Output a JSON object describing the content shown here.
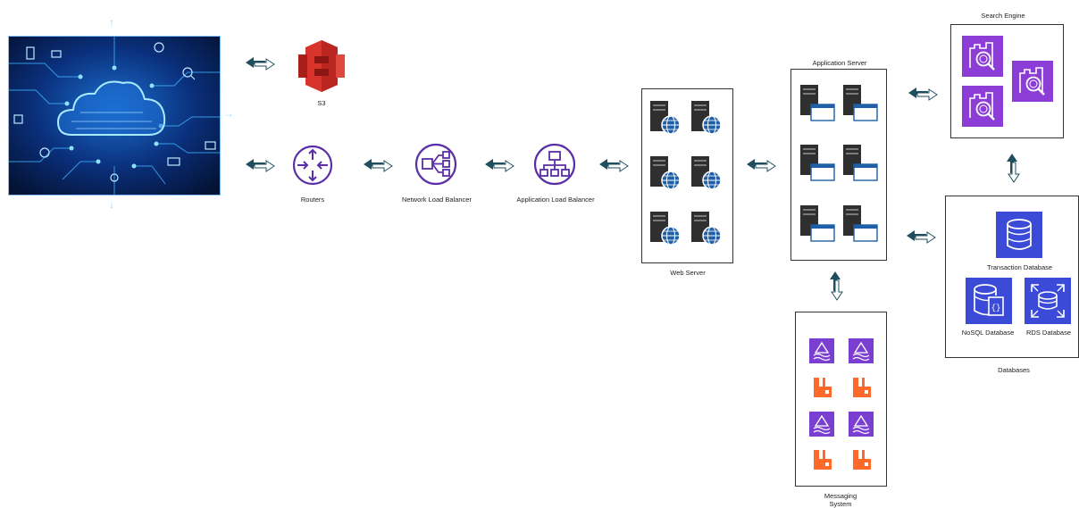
{
  "labels": {
    "s3": "S3",
    "routers": "Routers",
    "nlb": "Network Load Balancer",
    "alb": "Application Load Balancer",
    "web_server": "Web Server",
    "app_server": "Application Server",
    "search_engine": "Search Engine",
    "transaction_db": "Transaction Database",
    "nosql_db": "NoSQL Database",
    "rds_db": "RDS Database",
    "databases": "Databases",
    "messaging_line1": "Messaging",
    "messaging_line2": "System"
  },
  "icons": {
    "cloud_network_image": "cloud-network-illustration",
    "s3": "s3-bucket-icon",
    "router": "router-icon",
    "nlb": "network-load-balancer-icon",
    "alb": "application-load-balancer-icon",
    "web_server": "server-globe-icon",
    "app_server": "server-window-icon",
    "search": "search-engine-icon",
    "database": "database-icon",
    "messaging": "message-queue-icon",
    "broker": "rabbitmq-icon",
    "arrow": "bidirectional-arrow-icon"
  },
  "colors": {
    "arrow": "#1f4e5f",
    "purple_line": "#5a2ea6",
    "search_bg": "#8c3dd6",
    "db_bg": "#3b4bd8",
    "rabbit": "#ff6a2b",
    "s3_red": "#d9342b",
    "server_dark": "#2f2f2f",
    "globe_blue": "#1e5fa8"
  }
}
